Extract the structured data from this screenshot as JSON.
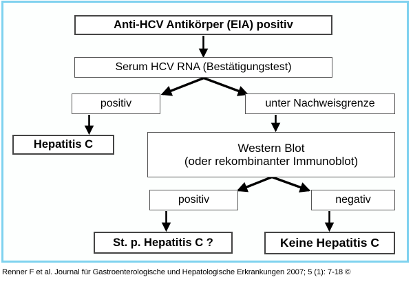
{
  "slide": {
    "frame_color": "#7fd2ef",
    "background_color": "#fdfffe",
    "box_border_color": "#555555",
    "text_color": "#000000"
  },
  "flowchart": {
    "title_node": "Anti-HCV Antikörper (EIA) positiv",
    "nodes": {
      "eia_positive": "Anti-HCV Antikörper (EIA) positiv",
      "serum_rna": "Serum HCV RNA (Bestätigungstest)",
      "rna_positive": "positiv",
      "rna_below_detection": "unter Nachweisgrenze",
      "hepatitis_c": "Hepatitis C",
      "western_blot_line1": "Western Blot",
      "western_blot_line2": "(oder rekombinanter Immunoblot)",
      "blot_positive": "positiv",
      "blot_negative": "negativ",
      "status_post_hepatitis_c": "St. p. Hepatitis C ?",
      "no_hepatitis_c": "Keine Hepatitis C"
    }
  },
  "citation": {
    "text": "Renner F et al. Journal für Gastroenterologische und Hepatologische Erkrankungen 2007; 5 (1): 7-18 ©"
  }
}
